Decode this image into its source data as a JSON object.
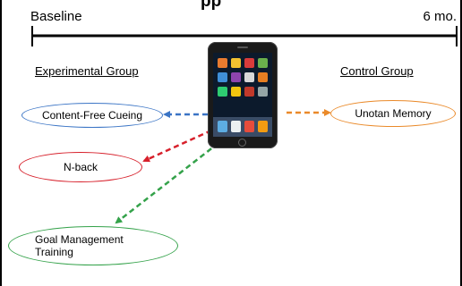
{
  "title": {
    "fragment": "pp"
  },
  "timeline": {
    "start_label": "Baseline",
    "end_label": "6 mo."
  },
  "groups": {
    "experimental": {
      "header": "Experimental Group",
      "arms": [
        {
          "label": "Content-Free Cueing",
          "color": "#3a74c5"
        },
        {
          "label": "N-back",
          "color": "#d7202b"
        },
        {
          "label": "Goal Management Training",
          "color": "#34a24a"
        }
      ]
    },
    "control": {
      "header": "Control Group",
      "arms": [
        {
          "label": "Unotan Memory",
          "color": "#ea8a2a"
        }
      ]
    }
  },
  "device": {
    "icon": "smartphone-icon"
  }
}
